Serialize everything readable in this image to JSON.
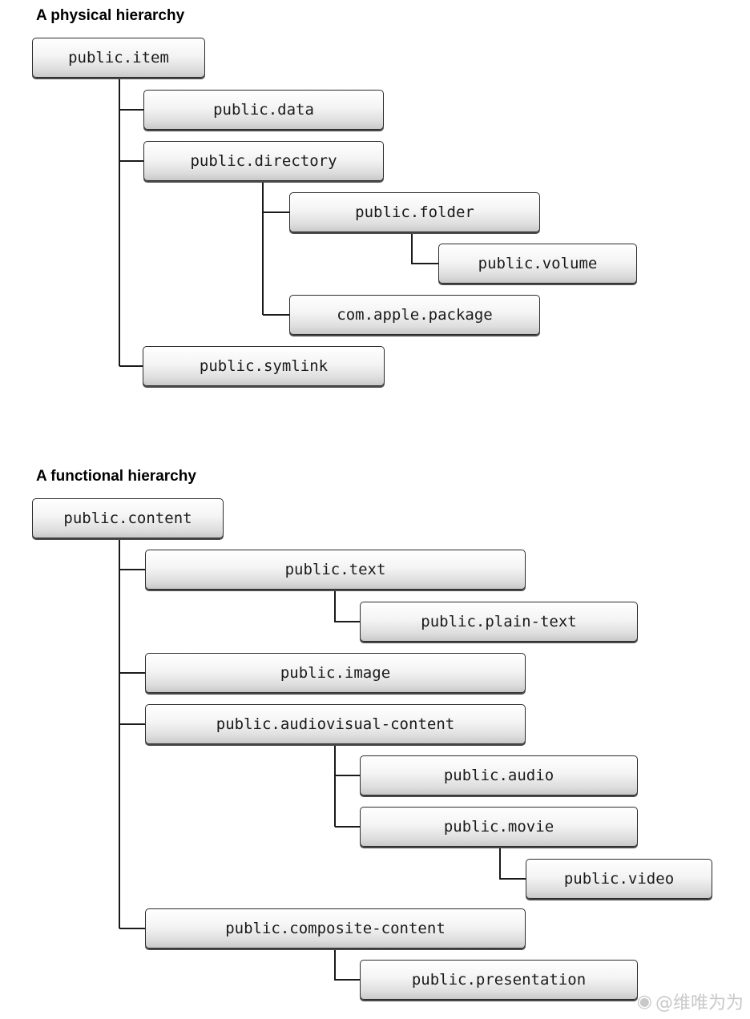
{
  "physical": {
    "title": "A physical hierarchy",
    "nodes": {
      "item": "public.item",
      "data": "public.data",
      "directory": "public.directory",
      "folder": "public.folder",
      "volume": "public.volume",
      "package": "com.apple.package",
      "symlink": "public.symlink"
    }
  },
  "functional": {
    "title": "A functional hierarchy",
    "nodes": {
      "content": "public.content",
      "text": "public.text",
      "plain_text": "public.plain-text",
      "image": "public.image",
      "audiovisual": "public.audiovisual-content",
      "audio": "public.audio",
      "movie": "public.movie",
      "video": "public.video",
      "composite": "public.composite-content",
      "presentation": "public.presentation"
    }
  },
  "watermark": {
    "text": "@维唯为为",
    "icon": "weibo-icon"
  }
}
